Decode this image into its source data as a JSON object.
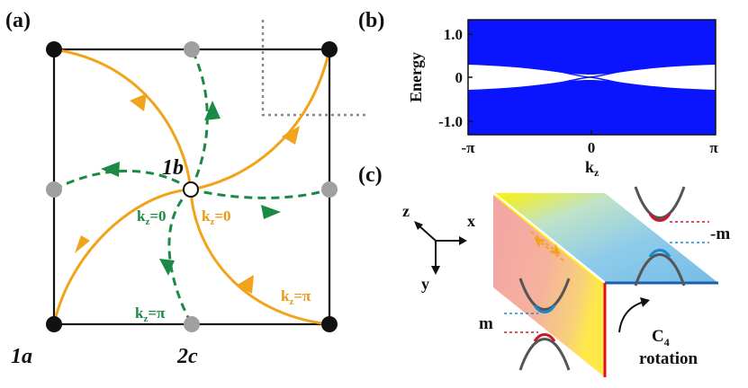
{
  "panels": {
    "a": "(a)",
    "b": "(b)",
    "c": "(c)"
  },
  "panel_a": {
    "site_labels": {
      "one_a": "1a",
      "one_b": "1b",
      "two_c": "2c"
    },
    "flow_labels": {
      "green_center": "k",
      "green_center_sub": "z",
      "green_center_val": "=0",
      "orange_center": "k",
      "orange_center_sub": "z",
      "orange_center_val": "=0",
      "green_bottom": "k",
      "green_bottom_sub": "z",
      "green_bottom_val": "=π",
      "orange_bottom": "k",
      "orange_bottom_sub": "z",
      "orange_bottom_val": "=π"
    },
    "colors": {
      "orange": "#f2a31c",
      "green": "#1a8a45",
      "corner": "#111111",
      "edge_mid": "#a0a0a0",
      "grid": "#888888"
    }
  },
  "panel_b": {
    "y_label": "Energy",
    "x_label": "k",
    "x_label_sub": "z",
    "y_ticks": [
      "1.0",
      "0",
      "-1.0"
    ],
    "x_ticks": [
      "-π",
      "0",
      "π"
    ],
    "band_color": "#0a14ff"
  },
  "panel_c": {
    "axes": {
      "z": "z",
      "x": "x",
      "y": "y"
    },
    "mass_plus": "m",
    "mass_minus": "-m",
    "rotation_title": "C",
    "rotation_sub": "4",
    "rotation_word": "rotation",
    "colors": {
      "top_face": "#8ec8ea",
      "side_face": "#f2a7a0",
      "hinge": "#ffe600",
      "edge_red": "#e0101a",
      "edge_blue": "#1a5fb0",
      "band_top": "#c81a2a",
      "band_bottom": "#1a8ad0"
    }
  }
}
